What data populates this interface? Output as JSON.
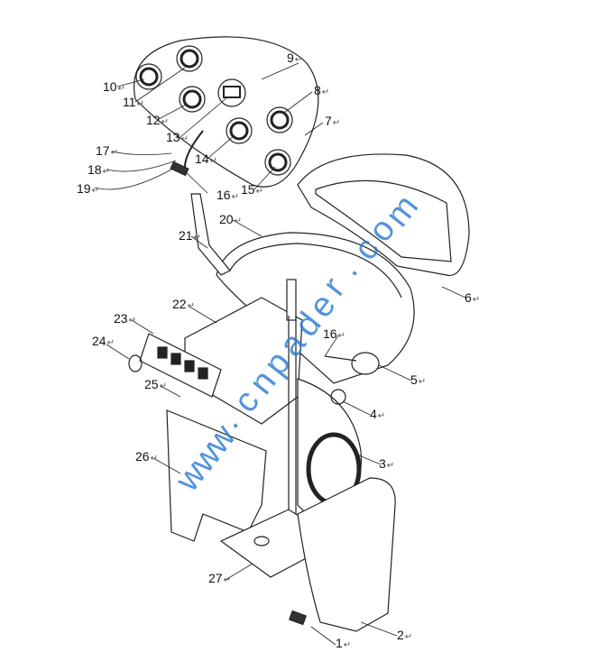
{
  "diagram": {
    "paragraph_mark": "↵",
    "watermark": "www.cnpader.com",
    "callouts": [
      "1",
      "2",
      "3",
      "4",
      "5",
      "6",
      "7",
      "8",
      "9",
      "10",
      "11",
      "12",
      "13",
      "14",
      "15",
      "16",
      "16",
      "17",
      "18",
      "19",
      "20",
      "21",
      "22",
      "23",
      "24",
      "25",
      "26",
      "27"
    ]
  }
}
